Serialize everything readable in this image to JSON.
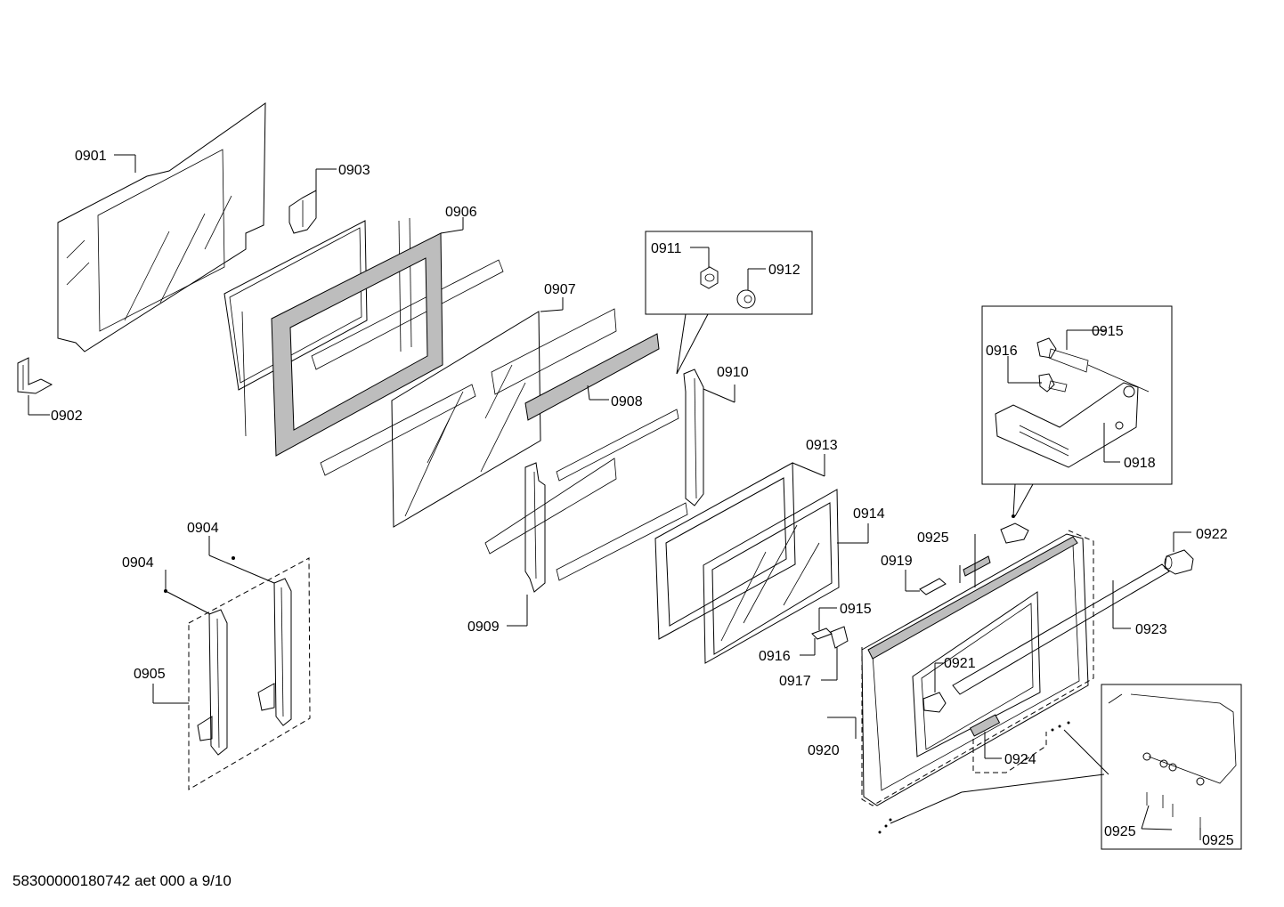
{
  "parts": [
    {
      "id": "p0901",
      "code": "0901"
    },
    {
      "id": "p0902",
      "code": "0902"
    },
    {
      "id": "p0903",
      "code": "0903"
    },
    {
      "id": "p0904a",
      "code": "0904"
    },
    {
      "id": "p0904b",
      "code": "0904"
    },
    {
      "id": "p0905",
      "code": "0905"
    },
    {
      "id": "p0906",
      "code": "0906"
    },
    {
      "id": "p0907",
      "code": "0907"
    },
    {
      "id": "p0908",
      "code": "0908"
    },
    {
      "id": "p0909",
      "code": "0909"
    },
    {
      "id": "p0910",
      "code": "0910"
    },
    {
      "id": "p0911",
      "code": "0911"
    },
    {
      "id": "p0912",
      "code": "0912"
    },
    {
      "id": "p0913",
      "code": "0913"
    },
    {
      "id": "p0914",
      "code": "0914"
    },
    {
      "id": "p0915a",
      "code": "0915"
    },
    {
      "id": "p0915b",
      "code": "0915"
    },
    {
      "id": "p0916a",
      "code": "0916"
    },
    {
      "id": "p0916b",
      "code": "0916"
    },
    {
      "id": "p0917",
      "code": "0917"
    },
    {
      "id": "p0918",
      "code": "0918"
    },
    {
      "id": "p0919",
      "code": "0919"
    },
    {
      "id": "p0920",
      "code": "0920"
    },
    {
      "id": "p0921",
      "code": "0921"
    },
    {
      "id": "p0922",
      "code": "0922"
    },
    {
      "id": "p0923",
      "code": "0923"
    },
    {
      "id": "p0924",
      "code": "0924"
    },
    {
      "id": "p0925a",
      "code": "0925"
    },
    {
      "id": "p0925b",
      "code": "0925"
    },
    {
      "id": "p0925c",
      "code": "0925"
    }
  ],
  "footer": "58300000180742 aet 000 a 9/10"
}
